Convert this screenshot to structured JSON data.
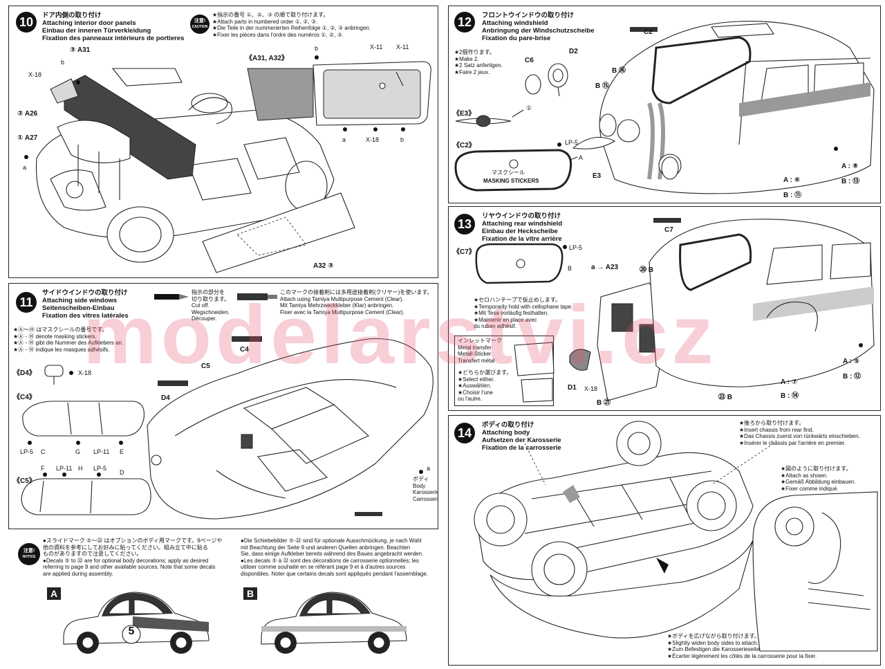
{
  "step10": {
    "num": "10",
    "title_ja": "ドア内側の取り付け",
    "title_en": "Attaching interior door panels",
    "title_de": "Einbau der inneren Türverkleidung",
    "title_fr": "Fixation des panneaux intérieurs de portieres",
    "caution_label": "注意!",
    "caution_sub": "CAUTION",
    "caution_lines": [
      "★指示の番号 ①、②、③ の順で取り付けます。",
      "★Attach parts in numbered order ①, ②, ③.",
      "★Die Teile in der nummerierten Reihenfolge ①, ②, ③ anbringen.",
      "★Fixer les pièces dans l'ordre des numéros ①, ②, ③."
    ],
    "labels": {
      "a31": "③ A31",
      "x18": "X-18",
      "b1": "b",
      "a26": "② A26",
      "a27": "① A27",
      "a1": "a",
      "group": "《A31, A32》",
      "b2": "b",
      "x11a": "X-11",
      "x11b": "X-11",
      "a2": "a",
      "x18b": "X-18",
      "b3": "b",
      "a32": "A32 ③"
    }
  },
  "step11": {
    "num": "11",
    "title_ja": "サイドウインドウの取り付け",
    "title_en": "Attaching side windows",
    "title_de": "Seitenscheiben-Einbau",
    "title_fr": "Fixation des vitres latérales",
    "mask_lines": [
      "★Ⓐ〜Ⓗ はマスクシールの番号です。",
      "★Ⓐ - Ⓗ denote masking stickers.",
      "★Ⓐ - Ⓗ gibt die Nummer des Aufklebers an.",
      "★Ⓐ - Ⓗ indique les masques adhésifs."
    ],
    "cut_lines": [
      "指示の部分を",
      "切り取ります。",
      "Cut off.",
      "Wegschneiden.",
      "Découper."
    ],
    "cement_lines": [
      "このマークの接着剤には多用途接着剤(クリヤー)を使います。",
      "Attach using Tamiya Multipurpose Cement (Clear).",
      "Mit Tamiya Mehrzweckkleber (Klar) anbringen.",
      "Fixer avec la Tamiya Multipurpose Cement (Clear)."
    ],
    "labels": {
      "d4group": "《D4》",
      "x18": "X-18",
      "c4group": "《C4》",
      "lp5": "LP-5",
      "c": "C",
      "g": "G",
      "lp11": "LP-11",
      "e": "E",
      "c5group": "《C5》",
      "f": "F",
      "lp11b": "LP-11",
      "h": "H",
      "lp5b": "LP-5",
      "d": "D",
      "c5": "C5",
      "c4": "C4",
      "d4": "D4",
      "a": "a"
    },
    "body_lines": [
      "ボディ",
      "Body",
      "Karosserie",
      "Carrosserie"
    ]
  },
  "notice": {
    "label": "注意!",
    "sub": "NOTICE",
    "left_lines": [
      "●スライドマーク ⑤〜㉒ はオプションのボディ用マークです。9ページや",
      "他の資料を参考にしてお好みに貼ってください。組み立て中に貼る",
      "ものがありますので注意してください。",
      "●Decals ⑤ to ㉒ are for optional body decorations; apply as desired",
      "referring to page 9 and other available sources. Note that some decals",
      "are applied during assembly."
    ],
    "right_lines": [
      "●Die Schiebebilder ⑤-㉒ sind für optionale Ausschmückung, je nach Wahl",
      "mit Beachtung der Seite 9 und anderen Quellen anbringen. Beachten",
      "Sie, dass einige Aufkleber bereits während des Baues angebracht werden.",
      "●Les decals ⑤ à ㉒ sont des décorations de carrosserie optionnelles; les",
      "utiliser comme souhaité en se référant page 9 et à d'autres sources",
      "disponibles. Noter que certains decals sont appliqués pendant l'assemblage."
    ],
    "a": "A",
    "b": "B",
    "race_number": "5"
  },
  "step12": {
    "num": "12",
    "title_ja": "フロントウインドウの取り付け",
    "title_en": "Attaching windshield",
    "title_de": "Anbringung der Windschutzscheibe",
    "title_fr": "Fixation du pare-brise",
    "make_lines": [
      "★2個作ります。",
      "★Make 2.",
      "★2 Satz anfertigen.",
      "★Faire 2 jeux."
    ],
    "labels": {
      "c2": "C2",
      "c6": "C6",
      "d2": "D2",
      "e3group": "《E3》",
      "one": "①",
      "c2group": "《C2》",
      "lp5": "LP-5",
      "a": "A",
      "b16": "B ⑯",
      "b15": "B ⑮",
      "e3": "E3",
      "a6": "A : ⑥",
      "b11": "B : ⑪",
      "a8": "A : ⑧",
      "b13": "B : ⑬"
    },
    "mask_small": "マスクシール",
    "mask_big": "MASKING STICKERS"
  },
  "step13": {
    "num": "13",
    "title_ja": "リヤウインドウの取り付け",
    "title_en": "Attaching rear windshield",
    "title_de": "Einbau der Heckscheibe",
    "title_fr": "Fixation de la vitre arrière",
    "tape_lines": [
      "★セロハンテープで仮止めします。",
      "★Temporarily hold with cellophane tape.",
      "★Mit Tesa vorläufig festhalten.",
      "★Maintenir en place avec",
      "du ruban adhésif."
    ],
    "inlet_lines": [
      "インレットマーク",
      "Metal transfer",
      "Metall-Sticker",
      "Transfert métal"
    ],
    "select_lines": [
      "★どちらか選びます。",
      "★Select either.",
      "★Auswählen.",
      "★Choisir l'une",
      "ou l'autre."
    ],
    "labels": {
      "c7group": "《C7》",
      "lp5": "LP-5",
      "b": "B",
      "c7": "C7",
      "a23": "a → A23",
      "b20": "⑳ B",
      "d1": "D1",
      "x18": "X-18",
      "b21": "B ㉑",
      "b22": "㉒ B",
      "a5": "A : ⑤",
      "b12": "B : ⑫",
      "a7": "A : ⑦",
      "b14": "B : ⑭"
    }
  },
  "step14": {
    "num": "14",
    "title_ja": "ボディの取り付け",
    "title_en": "Attaching body",
    "title_de": "Aufsetzen der Karosserie",
    "title_fr": "Fixation de la carrosserie",
    "insert_lines": [
      "★後ろから取り付けます。",
      "★Insert chassis from rear first.",
      "★Das Chassis zuerst von rückwärts einschieben.",
      "★Insérer le châssis par l'arrière en premier."
    ],
    "attach_lines": [
      "★図のように取り付けます。",
      "★Attach as shown.",
      "★Gemäß Abbildung einbauen.",
      "★Fixer comme indiqué."
    ],
    "widen_lines": [
      "★ボディを広げながら取り付けます。",
      "★Slightly widen body sides to attach.",
      "★Zum Befestigen die Karosserieseiten leicht auseinander ziehen.",
      "★Écarter légèrement les côtés de la carrosserie pour la fixer."
    ]
  },
  "watermark": "modelarstvi.cz"
}
